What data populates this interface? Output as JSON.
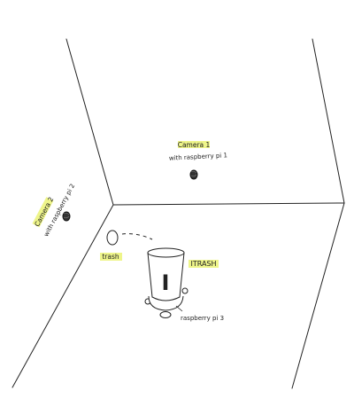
{
  "labels": {
    "camera1_title": "Camera 1",
    "camera1_sub": "with raspberry pi 1",
    "camera2_title": "Camera 2",
    "camera2_sub": "with raspberry pi 2",
    "trash": "trash",
    "itrash": "ITRASH",
    "bin_letter": "I",
    "pi3": "raspberry pi 3"
  },
  "colors": {
    "ink": "#222222",
    "highlight": "#eef58a"
  }
}
